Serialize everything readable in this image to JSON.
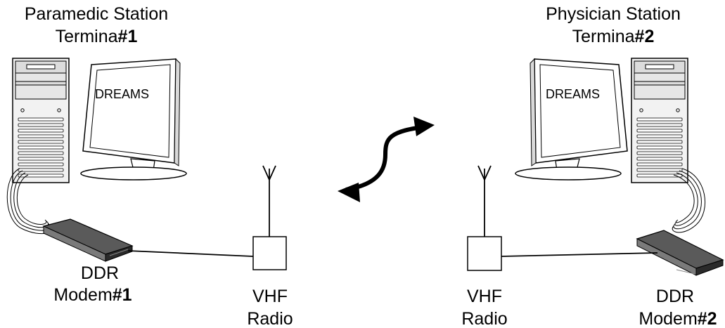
{
  "left_station": {
    "title": "Paramedic Station",
    "terminal_prefix": "Termina",
    "terminal_suffix": "#1",
    "monitor_text": "DREAMS",
    "modem_line1": "DDR",
    "modem_line2_prefix": "Modem",
    "modem_line2_suffix": "#1",
    "radio_line1": "VHF",
    "radio_line2": "Radio"
  },
  "right_station": {
    "title": "Physician Station",
    "terminal_prefix": "Termina",
    "terminal_suffix": "#2",
    "monitor_text": "DREAMS",
    "modem_line1": "DDR",
    "modem_line2_prefix": "Modem",
    "modem_line2_suffix": "#2",
    "radio_line1": "VHF",
    "radio_line2": "Radio"
  },
  "colors": {
    "line": "#000000",
    "modem_top": "#5a5a5a",
    "modem_side": "#2a2a2a",
    "screen": "#ffffff"
  },
  "icons": {
    "tower": "computer-tower-icon",
    "monitor": "monitor-icon",
    "modem": "modem-icon",
    "radio": "radio-box-icon",
    "antenna": "antenna-icon",
    "link": "wireless-link-arrow-icon"
  }
}
